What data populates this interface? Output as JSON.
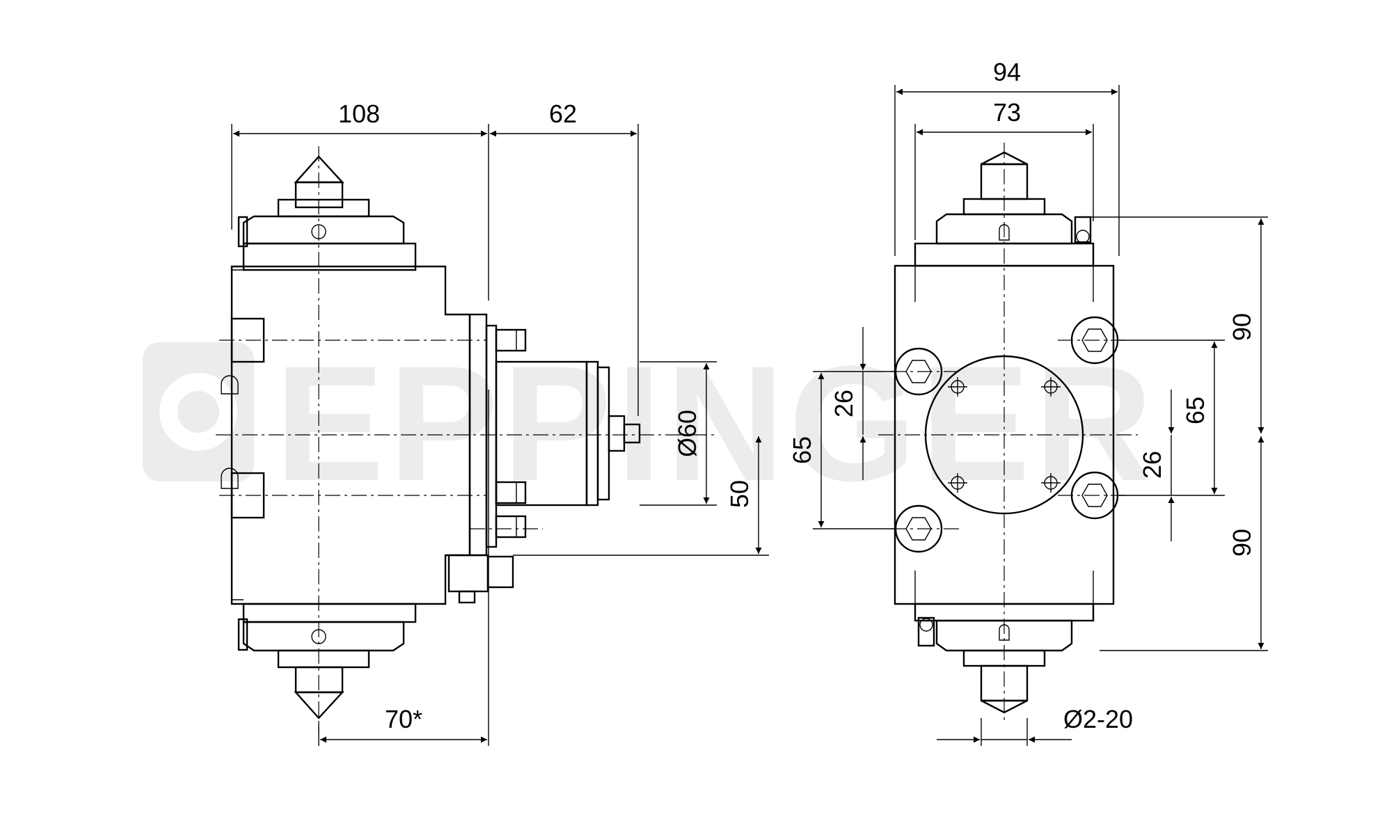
{
  "watermark": "EPPINGER",
  "dimensions": {
    "side_view": {
      "width_108": "108",
      "width_62": "62",
      "dia_60": "Ø60",
      "height_50": "50",
      "width_70": "70*"
    },
    "front_view": {
      "width_94": "94",
      "width_73": "73",
      "height_65_left": "65",
      "height_26_left": "26",
      "height_90_upper": "90",
      "height_65_right": "65",
      "height_26_right": "26",
      "height_90_lower": "90",
      "collet_range": "Ø2-20"
    }
  }
}
